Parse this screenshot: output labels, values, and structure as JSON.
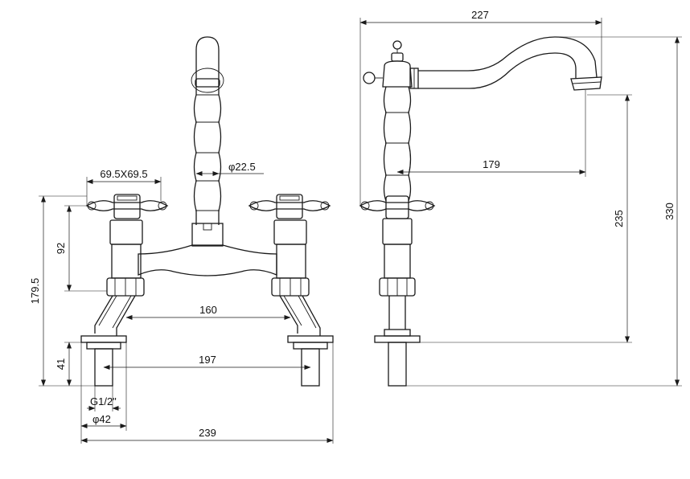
{
  "front_view": {
    "handle_size": "69.5X69.5",
    "spout_diameter": "φ22.5",
    "handle_to_nut": "92",
    "overall_height_front": "179.5",
    "body_centres": "160",
    "tail_height": "41",
    "tail_centres": "197",
    "thread": "G1/2\"",
    "base_diameter": "φ42",
    "overall_width": "239"
  },
  "side_view": {
    "spout_reach": "227",
    "spout_offset": "179",
    "spout_outlet_height": "235",
    "overall_height": "330"
  }
}
